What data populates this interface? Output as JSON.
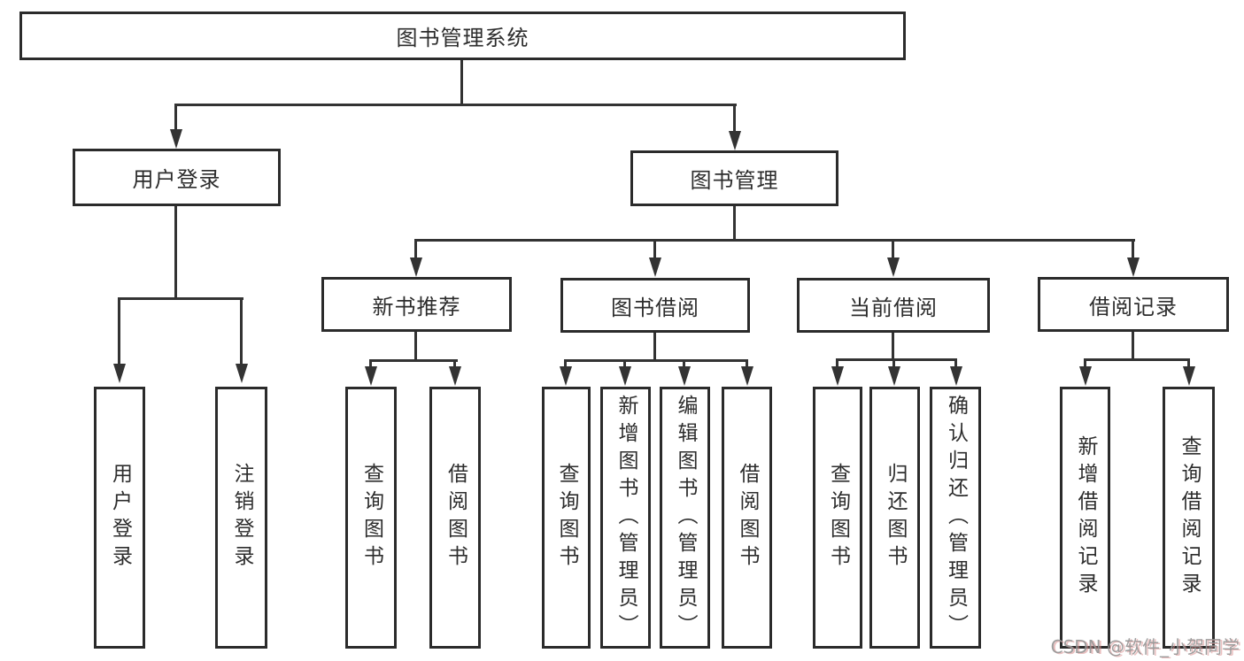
{
  "nodes": {
    "root": "图书管理系统",
    "level2": [
      "用户登录",
      "图书管理"
    ],
    "level3": [
      "新书推荐",
      "图书借阅",
      "当前借阅",
      "借阅记录"
    ],
    "leaves_user_login": [
      "用户登录",
      "注销登录"
    ],
    "leaves_new_book_recommendation": [
      "查询图书",
      "借阅图书"
    ],
    "leaves_book_borrowing": [
      "查询图书",
      "新增图书（管理员）",
      "编辑图书（管理员）",
      "借阅图书"
    ],
    "leaves_current_borrowing": [
      "查询图书",
      "归还图书",
      "确认归还（管理员）"
    ],
    "leaves_borrowing_records": [
      "新增借阅记录",
      "查询借阅记录"
    ]
  },
  "watermark": "CSDN @软件_小贺同学",
  "colors": {
    "background": "#ffffff",
    "box_border": "#2b2b2b",
    "connector_line": "#333333",
    "text": "#2d2d2d",
    "watermark_text": "#969696",
    "watermark_accent": "#d98c8c"
  }
}
